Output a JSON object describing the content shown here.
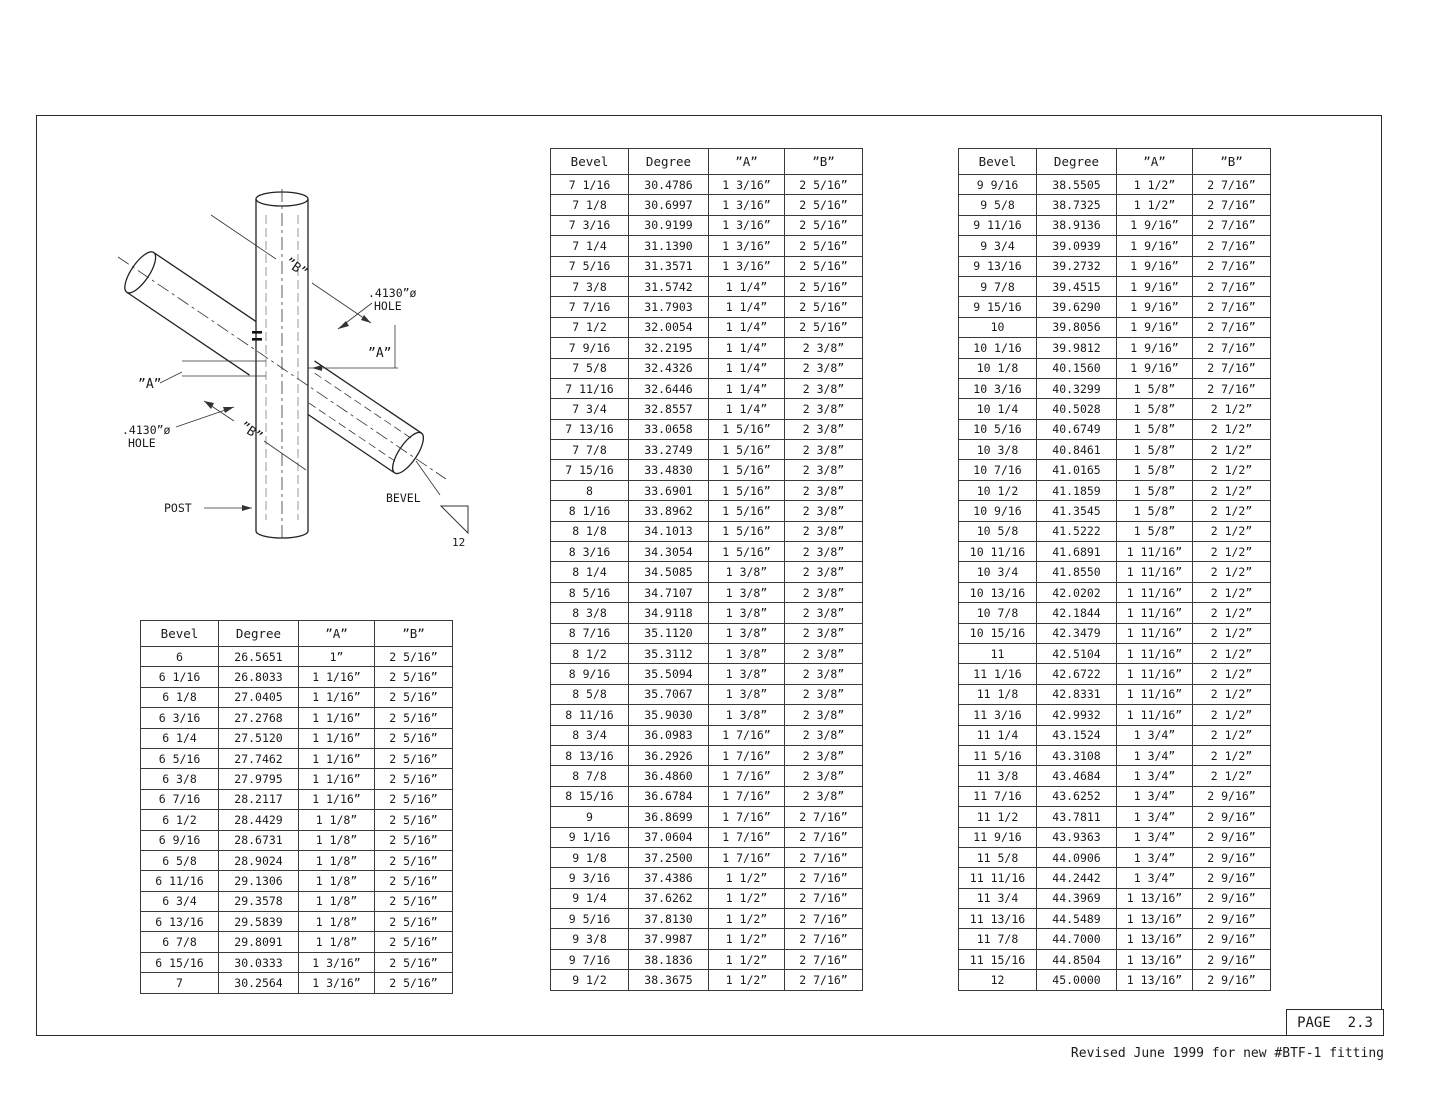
{
  "page": {
    "page_label": "PAGE  2.3",
    "revision_note": "Revised June 1999 for new #BTF-1 fitting"
  },
  "diagram": {
    "label_b_upper": "”B”",
    "label_b_lower": "”B”",
    "label_a_right": "”A”",
    "label_a_left": "”A”",
    "hole_label": {
      "line1": ".4130”ø",
      "line2": "HOLE"
    },
    "post_label": "POST",
    "bevel_label": "BEVEL",
    "bevel_ratio": "12"
  },
  "tables": {
    "headers": [
      "Bevel",
      "Degree",
      "”A”",
      "”B”"
    ],
    "table1": {
      "rows": [
        [
          "6",
          "26.5651",
          "1”",
          "2 5/16”"
        ],
        [
          "6 1/16",
          "26.8033",
          "1 1/16”",
          "2 5/16”"
        ],
        [
          "6 1/8",
          "27.0405",
          "1 1/16”",
          "2 5/16”"
        ],
        [
          "6 3/16",
          "27.2768",
          "1 1/16”",
          "2 5/16”"
        ],
        [
          "6 1/4",
          "27.5120",
          "1 1/16”",
          "2 5/16”"
        ],
        [
          "6 5/16",
          "27.7462",
          "1 1/16”",
          "2 5/16”"
        ],
        [
          "6 3/8",
          "27.9795",
          "1 1/16”",
          "2 5/16”"
        ],
        [
          "6 7/16",
          "28.2117",
          "1 1/16”",
          "2 5/16”"
        ],
        [
          "6 1/2",
          "28.4429",
          "1 1/8”",
          "2 5/16”"
        ],
        [
          "6 9/16",
          "28.6731",
          "1 1/8”",
          "2 5/16”"
        ],
        [
          "6 5/8",
          "28.9024",
          "1 1/8”",
          "2 5/16”"
        ],
        [
          "6 11/16",
          "29.1306",
          "1 1/8”",
          "2 5/16”"
        ],
        [
          "6 3/4",
          "29.3578",
          "1 1/8”",
          "2 5/16”"
        ],
        [
          "6 13/16",
          "29.5839",
          "1 1/8”",
          "2 5/16”"
        ],
        [
          "6 7/8",
          "29.8091",
          "1 1/8”",
          "2 5/16”"
        ],
        [
          "6 15/16",
          "30.0333",
          "1 3/16”",
          "2 5/16”"
        ],
        [
          "7",
          "30.2564",
          "1 3/16”",
          "2 5/16”"
        ]
      ]
    },
    "table2": {
      "rows": [
        [
          "7 1/16",
          "30.4786",
          "1 3/16”",
          "2 5/16”"
        ],
        [
          "7 1/8",
          "30.6997",
          "1 3/16”",
          "2 5/16”"
        ],
        [
          "7 3/16",
          "30.9199",
          "1 3/16”",
          "2 5/16”"
        ],
        [
          "7 1/4",
          "31.1390",
          "1 3/16”",
          "2 5/16”"
        ],
        [
          "7 5/16",
          "31.3571",
          "1 3/16”",
          "2 5/16”"
        ],
        [
          "7 3/8",
          "31.5742",
          "1 1/4”",
          "2 5/16”"
        ],
        [
          "7 7/16",
          "31.7903",
          "1 1/4”",
          "2 5/16”"
        ],
        [
          "7 1/2",
          "32.0054",
          "1 1/4”",
          "2 5/16”"
        ],
        [
          "7 9/16",
          "32.2195",
          "1 1/4”",
          "2 3/8”"
        ],
        [
          "7 5/8",
          "32.4326",
          "1 1/4”",
          "2 3/8”"
        ],
        [
          "7 11/16",
          "32.6446",
          "1 1/4”",
          "2 3/8”"
        ],
        [
          "7 3/4",
          "32.8557",
          "1 1/4”",
          "2 3/8”"
        ],
        [
          "7 13/16",
          "33.0658",
          "1 5/16”",
          "2 3/8”"
        ],
        [
          "7 7/8",
          "33.2749",
          "1 5/16”",
          "2 3/8”"
        ],
        [
          "7 15/16",
          "33.4830",
          "1 5/16”",
          "2 3/8”"
        ],
        [
          "8",
          "33.6901",
          "1 5/16”",
          "2 3/8”"
        ],
        [
          "8 1/16",
          "33.8962",
          "1 5/16”",
          "2 3/8”"
        ],
        [
          "8 1/8",
          "34.1013",
          "1 5/16”",
          "2 3/8”"
        ],
        [
          "8 3/16",
          "34.3054",
          "1 5/16”",
          "2 3/8”"
        ],
        [
          "8 1/4",
          "34.5085",
          "1 3/8”",
          "2 3/8”"
        ],
        [
          "8 5/16",
          "34.7107",
          "1 3/8”",
          "2 3/8”"
        ],
        [
          "8 3/8",
          "34.9118",
          "1 3/8”",
          "2 3/8”"
        ],
        [
          "8 7/16",
          "35.1120",
          "1 3/8”",
          "2 3/8”"
        ],
        [
          "8 1/2",
          "35.3112",
          "1 3/8”",
          "2 3/8”"
        ],
        [
          "8 9/16",
          "35.5094",
          "1 3/8”",
          "2 3/8”"
        ],
        [
          "8 5/8",
          "35.7067",
          "1 3/8”",
          "2 3/8”"
        ],
        [
          "8 11/16",
          "35.9030",
          "1 3/8”",
          "2 3/8”"
        ],
        [
          "8 3/4",
          "36.0983",
          "1 7/16”",
          "2 3/8”"
        ],
        [
          "8 13/16",
          "36.2926",
          "1 7/16”",
          "2 3/8”"
        ],
        [
          "8 7/8",
          "36.4860",
          "1 7/16”",
          "2 3/8”"
        ],
        [
          "8 15/16",
          "36.6784",
          "1 7/16”",
          "2 3/8”"
        ],
        [
          "9",
          "36.8699",
          "1 7/16”",
          "2 7/16”"
        ],
        [
          "9 1/16",
          "37.0604",
          "1 7/16”",
          "2 7/16”"
        ],
        [
          "9 1/8",
          "37.2500",
          "1 7/16”",
          "2 7/16”"
        ],
        [
          "9 3/16",
          "37.4386",
          "1 1/2”",
          "2 7/16”"
        ],
        [
          "9 1/4",
          "37.6262",
          "1 1/2”",
          "2 7/16”"
        ],
        [
          "9 5/16",
          "37.8130",
          "1 1/2”",
          "2 7/16”"
        ],
        [
          "9 3/8",
          "37.9987",
          "1 1/2”",
          "2 7/16”"
        ],
        [
          "9 7/16",
          "38.1836",
          "1 1/2”",
          "2 7/16”"
        ],
        [
          "9 1/2",
          "38.3675",
          "1 1/2”",
          "2 7/16”"
        ]
      ]
    },
    "table3": {
      "rows": [
        [
          "9 9/16",
          "38.5505",
          "1 1/2”",
          "2 7/16”"
        ],
        [
          "9 5/8",
          "38.7325",
          "1 1/2”",
          "2 7/16”"
        ],
        [
          "9 11/16",
          "38.9136",
          "1 9/16”",
          "2 7/16”"
        ],
        [
          "9 3/4",
          "39.0939",
          "1 9/16”",
          "2 7/16”"
        ],
        [
          "9 13/16",
          "39.2732",
          "1 9/16”",
          "2 7/16”"
        ],
        [
          "9 7/8",
          "39.4515",
          "1 9/16”",
          "2 7/16”"
        ],
        [
          "9 15/16",
          "39.6290",
          "1 9/16”",
          "2 7/16”"
        ],
        [
          "10",
          "39.8056",
          "1 9/16”",
          "2 7/16”"
        ],
        [
          "10 1/16",
          "39.9812",
          "1 9/16”",
          "2 7/16”"
        ],
        [
          "10 1/8",
          "40.1560",
          "1 9/16”",
          "2 7/16”"
        ],
        [
          "10 3/16",
          "40.3299",
          "1 5/8”",
          "2 7/16”"
        ],
        [
          "10 1/4",
          "40.5028",
          "1 5/8”",
          "2 1/2”"
        ],
        [
          "10 5/16",
          "40.6749",
          "1 5/8”",
          "2 1/2”"
        ],
        [
          "10 3/8",
          "40.8461",
          "1 5/8”",
          "2 1/2”"
        ],
        [
          "10 7/16",
          "41.0165",
          "1 5/8”",
          "2 1/2”"
        ],
        [
          "10 1/2",
          "41.1859",
          "1 5/8”",
          "2 1/2”"
        ],
        [
          "10 9/16",
          "41.3545",
          "1 5/8”",
          "2 1/2”"
        ],
        [
          "10 5/8",
          "41.5222",
          "1 5/8”",
          "2 1/2”"
        ],
        [
          "10 11/16",
          "41.6891",
          "1 11/16”",
          "2 1/2”"
        ],
        [
          "10 3/4",
          "41.8550",
          "1 11/16”",
          "2 1/2”"
        ],
        [
          "10 13/16",
          "42.0202",
          "1 11/16”",
          "2 1/2”"
        ],
        [
          "10 7/8",
          "42.1844",
          "1 11/16”",
          "2 1/2”"
        ],
        [
          "10 15/16",
          "42.3479",
          "1 11/16”",
          "2 1/2”"
        ],
        [
          "11",
          "42.5104",
          "1 11/16”",
          "2 1/2”"
        ],
        [
          "11 1/16",
          "42.6722",
          "1 11/16”",
          "2 1/2”"
        ],
        [
          "11 1/8",
          "42.8331",
          "1 11/16”",
          "2 1/2”"
        ],
        [
          "11 3/16",
          "42.9932",
          "1 11/16”",
          "2 1/2”"
        ],
        [
          "11 1/4",
          "43.1524",
          "1 3/4”",
          "2 1/2”"
        ],
        [
          "11 5/16",
          "43.3108",
          "1 3/4”",
          "2 1/2”"
        ],
        [
          "11 3/8",
          "43.4684",
          "1 3/4”",
          "2 1/2”"
        ],
        [
          "11 7/16",
          "43.6252",
          "1 3/4”",
          "2 9/16”"
        ],
        [
          "11 1/2",
          "43.7811",
          "1 3/4”",
          "2 9/16”"
        ],
        [
          "11 9/16",
          "43.9363",
          "1 3/4”",
          "2 9/16”"
        ],
        [
          "11 5/8",
          "44.0906",
          "1 3/4”",
          "2 9/16”"
        ],
        [
          "11 11/16",
          "44.2442",
          "1 3/4”",
          "2 9/16”"
        ],
        [
          "11 3/4",
          "44.3969",
          "1 13/16”",
          "2 9/16”"
        ],
        [
          "11 13/16",
          "44.5489",
          "1 13/16”",
          "2 9/16”"
        ],
        [
          "11 7/8",
          "44.7000",
          "1 13/16”",
          "2 9/16”"
        ],
        [
          "11 15/16",
          "44.8504",
          "1 13/16”",
          "2 9/16”"
        ],
        [
          "12",
          "45.0000",
          "1 13/16”",
          "2 9/16”"
        ]
      ]
    }
  }
}
